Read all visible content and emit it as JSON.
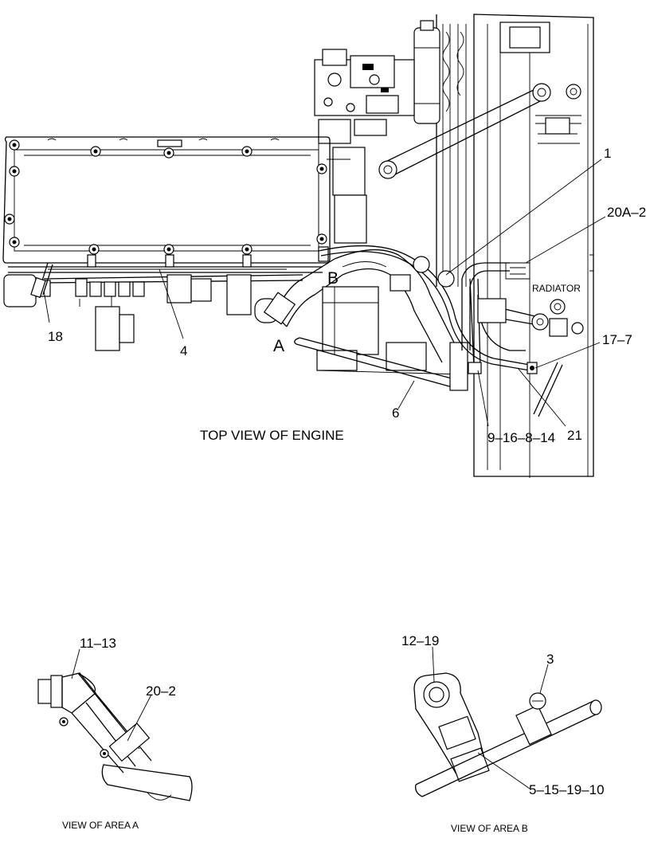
{
  "top_view": {
    "caption": "TOP VIEW OF ENGINE",
    "area_a_marker": "A",
    "area_b_marker": "B",
    "radiator_label": "RADIATOR",
    "callouts": {
      "c1": "1",
      "c20a2": "20A–2",
      "c17_7": "17–7",
      "c18": "18",
      "c4": "4",
      "c6": "6",
      "c9_16_8_14": "9–16–8–14",
      "c21": "21"
    }
  },
  "view_a": {
    "caption": "VIEW OF AREA  A",
    "callouts": {
      "c11_13": "11–13",
      "c20_2": "20–2"
    }
  },
  "view_b": {
    "caption": "VIEW OF AREA  B",
    "callouts": {
      "c12_19": "12–19",
      "c3": "3",
      "c5_15_19_10": "5–15–19–10"
    }
  }
}
